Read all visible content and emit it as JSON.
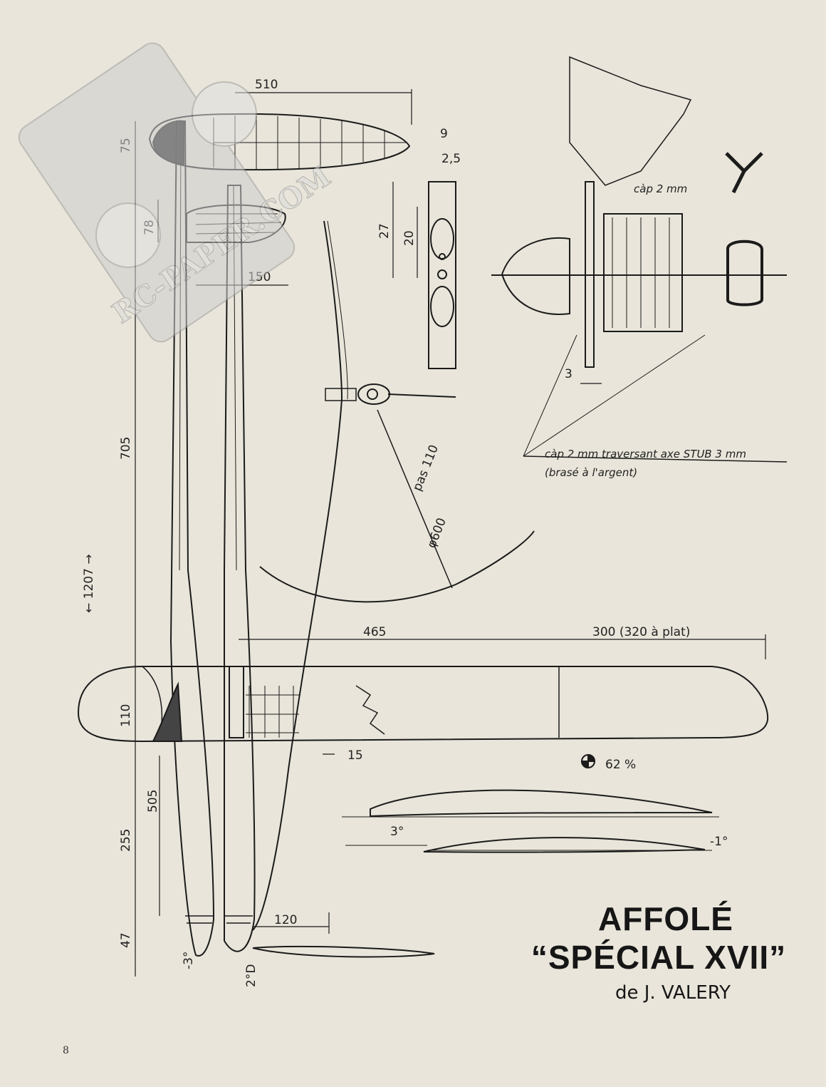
{
  "title": {
    "line1": "AFFOLÉ",
    "line2": "“SPÉCIAL XVII”",
    "author": "de J. VALERY"
  },
  "page_number": "8",
  "watermark": "RC-PAPER.COM",
  "dimensions": {
    "d510": "510",
    "d75": "75",
    "d78": "78",
    "d150": "150",
    "d9": "9",
    "d2_5": "2,5",
    "d27": "27",
    "d20": "20",
    "d3": "3",
    "d705": "705",
    "d1207": "← 1207 →",
    "d465": "465",
    "d300": "300 (320 à plat)",
    "d110": "110",
    "d15": "15",
    "d505": "505",
    "d255": "255",
    "d47": "47",
    "d120": "120",
    "dia600": "φ600",
    "pas": "pas 110",
    "cg": "62 %",
    "a3": "3°",
    "am1": "-1°",
    "am3": "-3°",
    "a2d": "2°D"
  },
  "notes": {
    "cap1": "càp 2 mm",
    "cap2": "càp 2 mm  traversant axe STUB 3 mm",
    "braze": "(brasé à l'argent)"
  }
}
